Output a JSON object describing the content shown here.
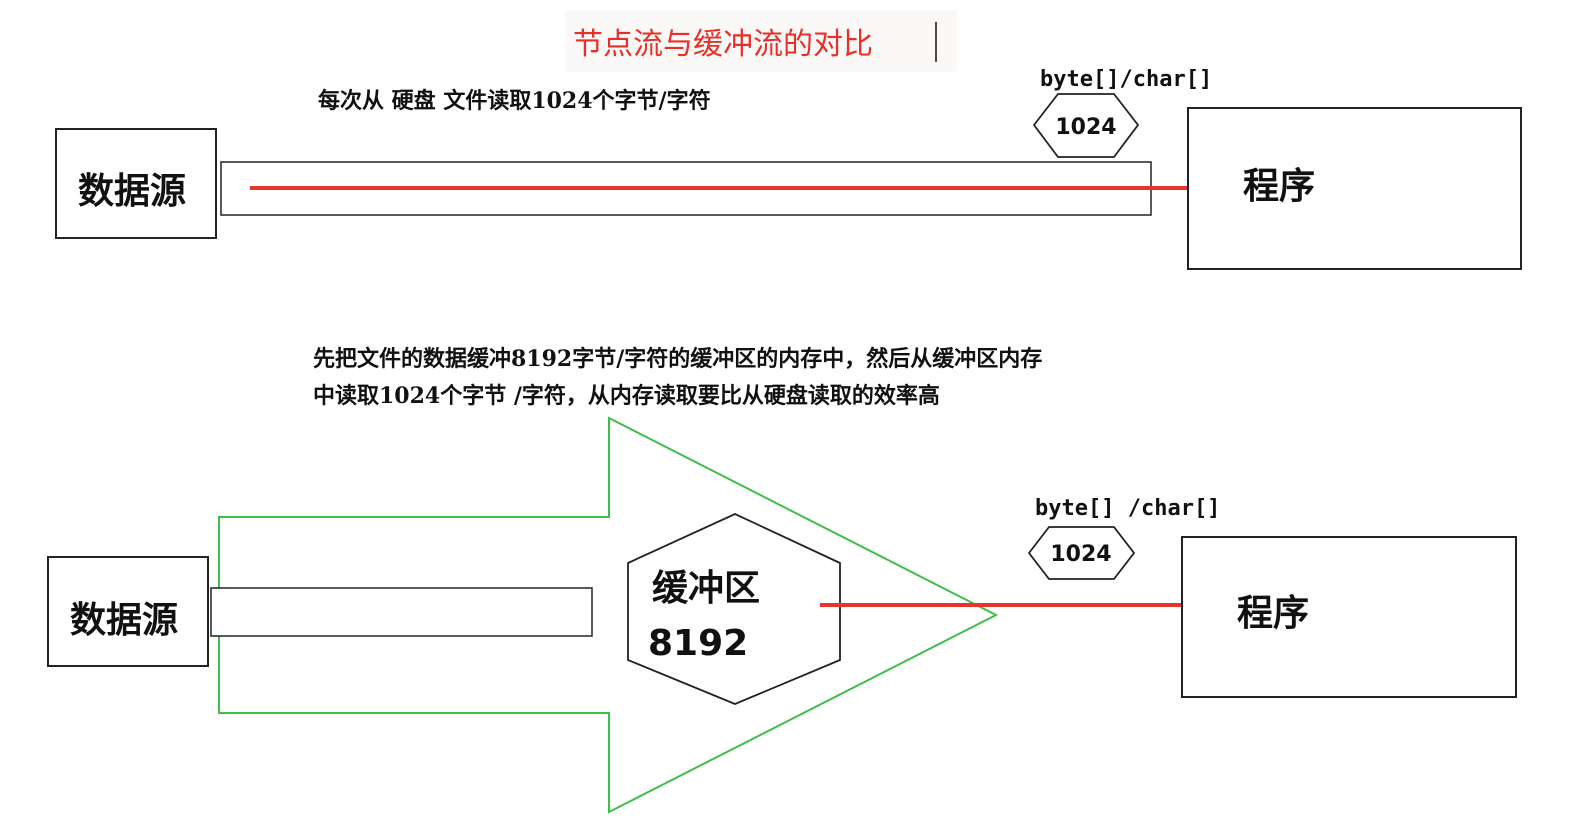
{
  "title": "节点流与缓冲流的对比",
  "top": {
    "description": "每次从 硬盘 文件读取1024个字节/字符",
    "source_label": "数据源",
    "target_label": "程序",
    "array_label": "byte[]/char[]",
    "array_size": "1024"
  },
  "bottom": {
    "description_line1": "先把文件的数据缓冲8192字节/字符的缓冲区的内存中，然后从缓冲区内存",
    "description_line2": "中读取1024个字节 /字符，从内存读取要比从硬盘读取的效率高",
    "source_label": "数据源",
    "target_label": "程序",
    "buffer_label": "缓冲区",
    "buffer_size": "8192",
    "array_label": "byte[] /char[]",
    "array_size": "1024"
  },
  "colors": {
    "title": "#e8302a",
    "arrow": "#e8352b",
    "buffer_outline": "#3fbf4a"
  }
}
